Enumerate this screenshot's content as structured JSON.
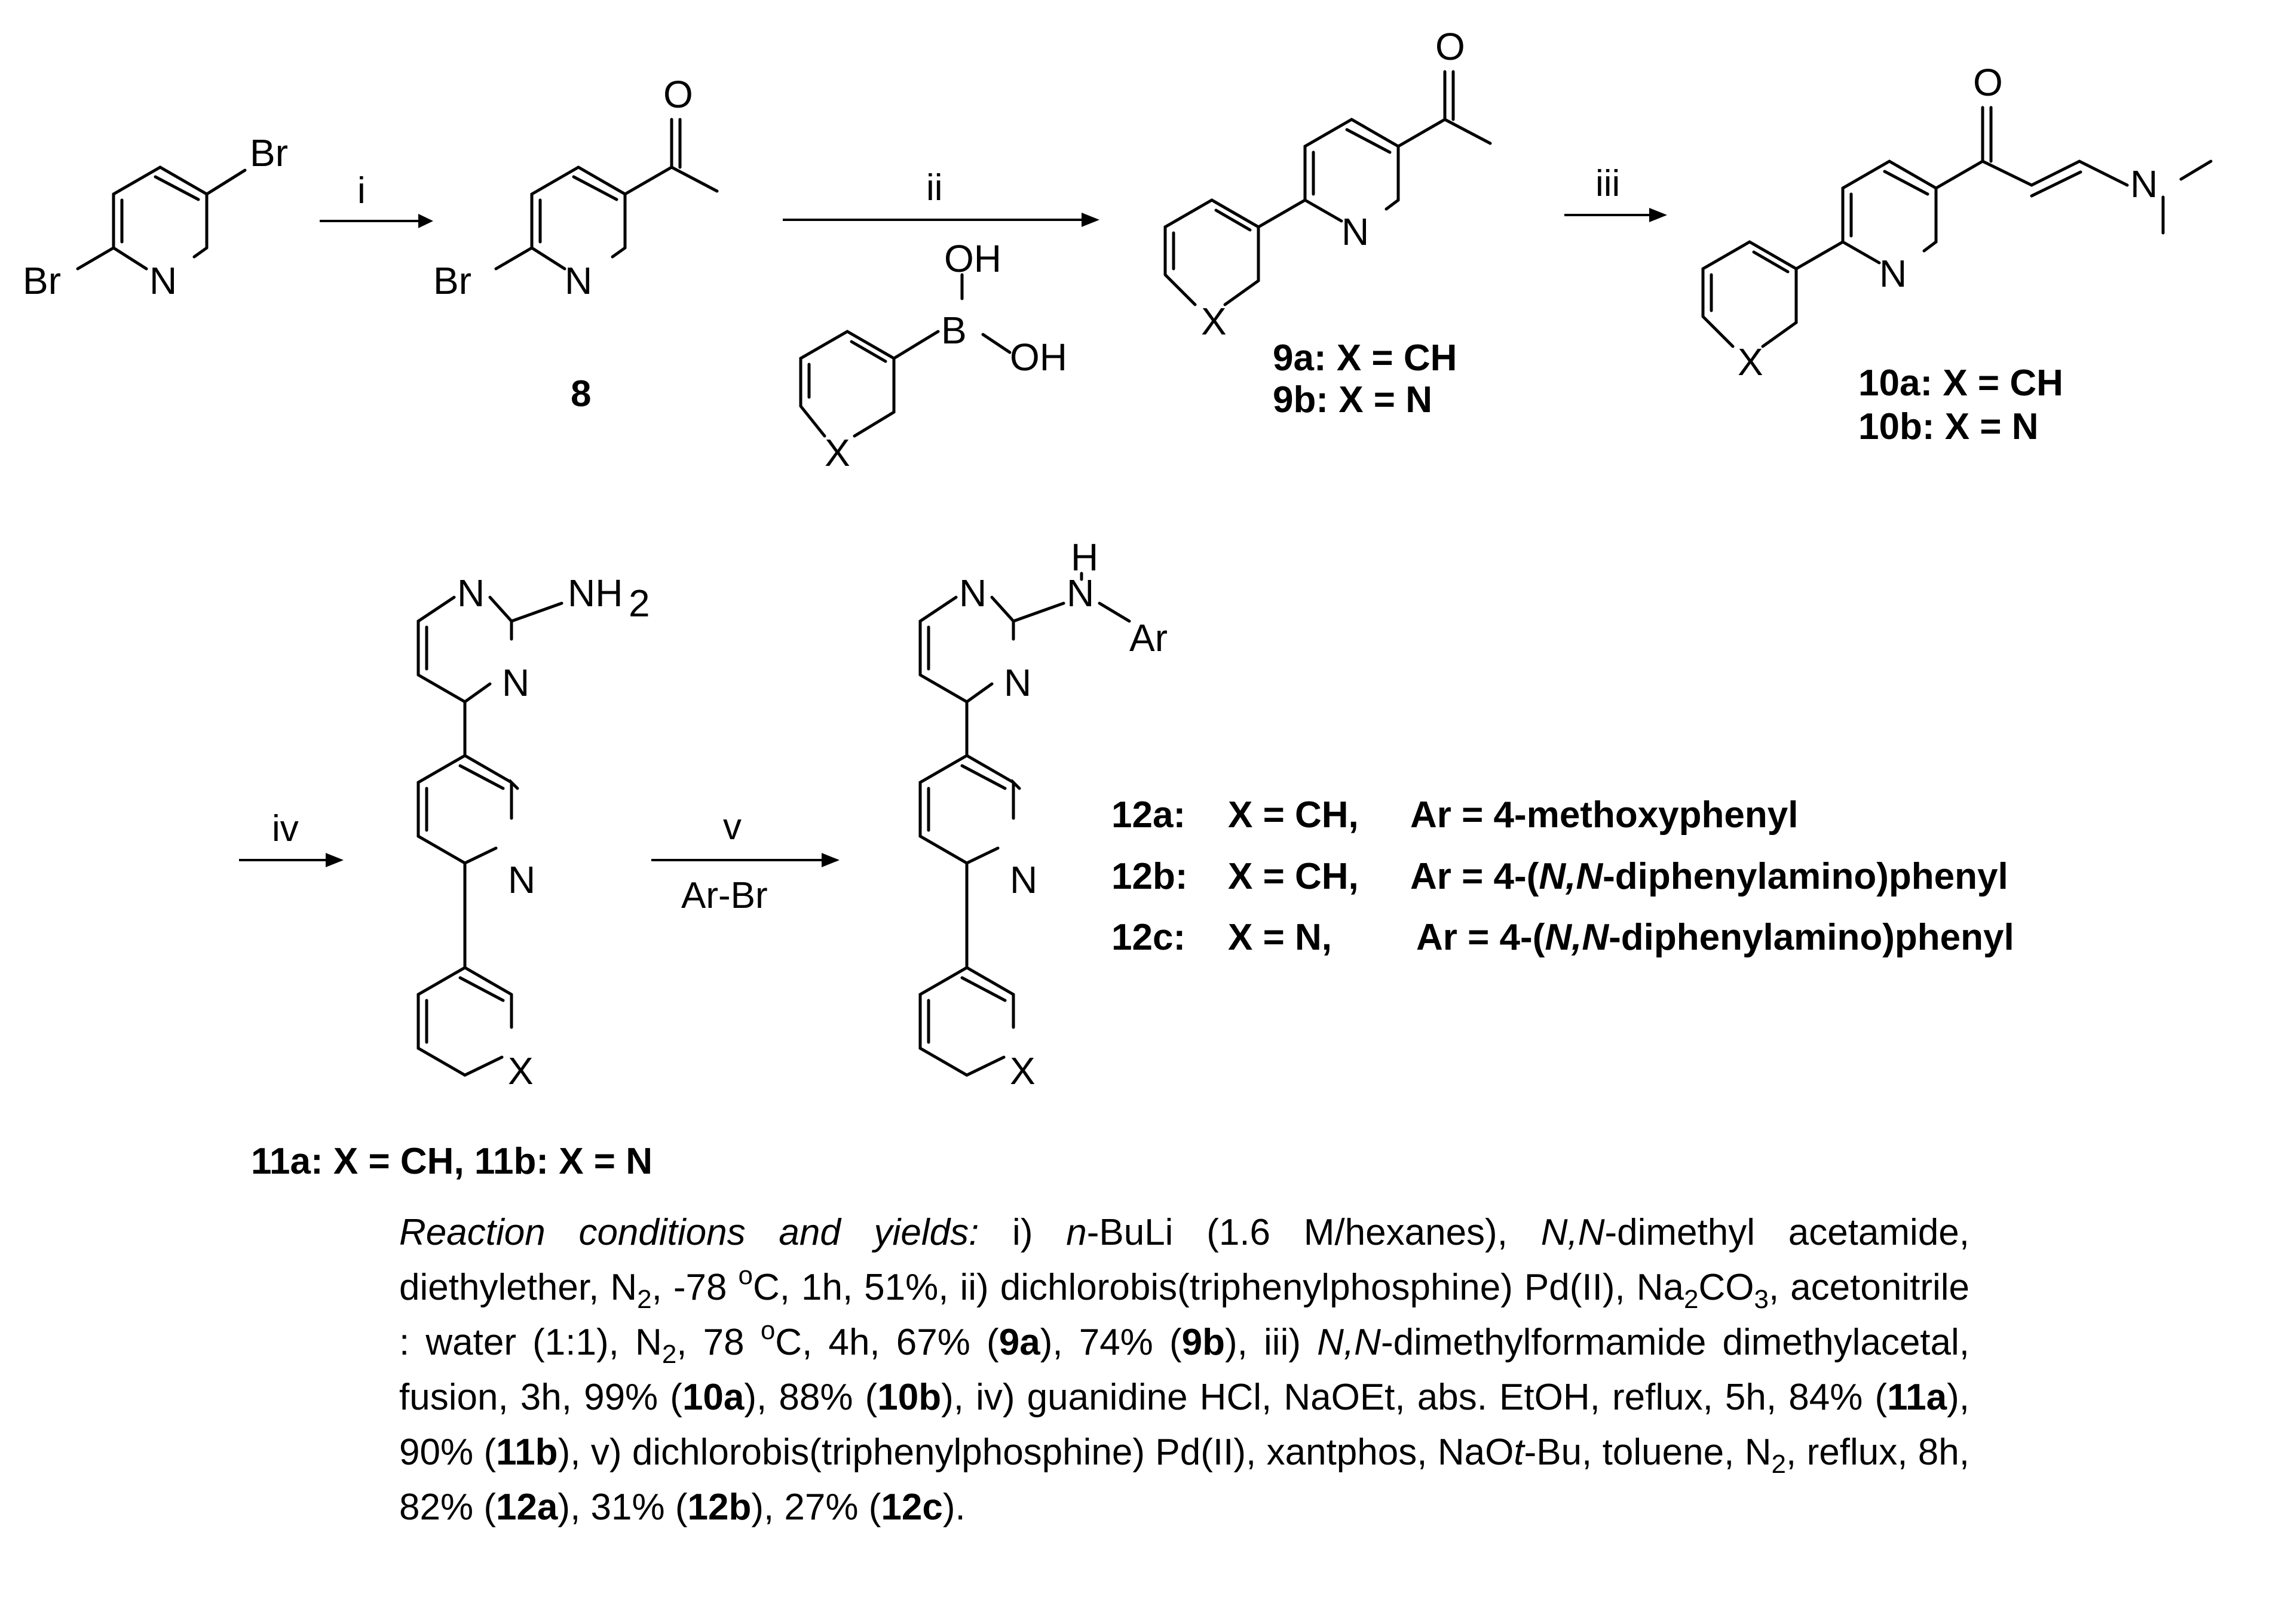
{
  "atoms": {
    "br": "Br",
    "n": "N",
    "o": "O",
    "x": "X",
    "b": "B",
    "oh": "OH",
    "h": "H",
    "nh": "NH",
    "two": "2",
    "ar": "Ar"
  },
  "reagents": {
    "i": "i",
    "ii": "ii",
    "iii": "iii",
    "iv": "iv",
    "v": "v",
    "arbr": "Ar-Br"
  },
  "labels": {
    "c8": "8",
    "c9a": "9a: X = CH",
    "c9b": "9b: X = N",
    "c10a": "10a: X = CH",
    "c10b": "10b: X = N",
    "c11": "11a: X = CH, 11b: X = N",
    "c12a_id": "12a:",
    "c12a_x": "X = CH,",
    "c12a_ar": "Ar = 4-methoxyphenyl",
    "c12b_id": "12b:",
    "c12b_x": "X = CH,",
    "c12b_ar_pre": "Ar = 4-(",
    "c12b_ar_it": "N,N",
    "c12b_ar_post": "-diphenylamino)phenyl",
    "c12c_id": "12c:",
    "c12c_x": "X = N,",
    "c12c_ar_pre": "Ar = 4-(",
    "c12c_ar_it": "N,N",
    "c12c_ar_post": "-diphenylamino)phenyl"
  },
  "conditions": {
    "heading": "Reaction conditions and yields:",
    "s1a": " i) ",
    "s1b": "n",
    "s1c": "-BuLi (1.6 M/hexanes), ",
    "s1d": "N,N",
    "s1e": "-dimethyl acetamide, diethylether, N",
    "s1f": "2",
    "s1g": ", -78 ",
    "s1h": "o",
    "s1i": "C, 1h, 51%, ii) dichlorobis(triphenylphosphine) Pd(II), Na",
    "s1j": "2",
    "s1k": "CO",
    "s1l": "3",
    "s1m": ", acetonitrile : water (1:1), N",
    "s1n": "2",
    "s1o": ",  78 ",
    "s1p": "o",
    "s1q": "C, 4h, 67% (",
    "s1r": "9a",
    "s1s": "), 74% (",
    "s1t": "9b",
    "s1u": "), iii) ",
    "s2a": "N,N",
    "s2b": "-dimethylformamide dimethylacetal, fusion, 3h, 99% (",
    "s2c": "10a",
    "s2d": "), 88% (",
    "s2e": "10b",
    "s2f": "), iv) guanidine HCl, NaOEt, abs. EtOH, reflux, 5h, 84% (",
    "s2g": "11a",
    "s2h": "), 90% (",
    "s2i": "11b",
    "s2j": "), v) dichlorobis(triphenylphosphine) Pd(II), xantphos, NaO",
    "s2k": "t",
    "s2l": "-Bu, toluene, N",
    "s2m": "2",
    "s2n": ", reflux, 8h, 82% (",
    "s2o": "12a",
    "s2p": "), 31% (",
    "s2q": "12b",
    "s2r": "), 27% (",
    "s2s": "12c",
    "s2t": ")."
  }
}
